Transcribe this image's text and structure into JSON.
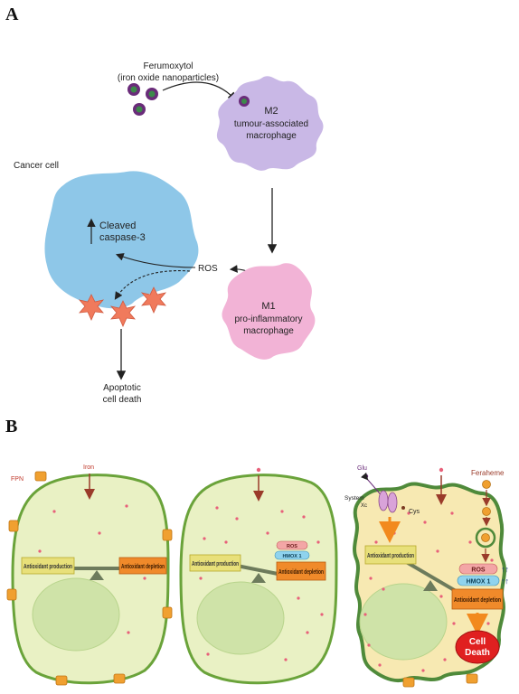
{
  "panel_a": {
    "label": "A",
    "ferumoxytol": "Ferumoxytol",
    "ferumoxytol_sub": "(iron oxide nanoparticles)",
    "m2_title": "M2",
    "m2_line1": "tumour-associated",
    "m2_line2": "macrophage",
    "cancer_cell": "Cancer cell",
    "cleaved": "Cleaved",
    "caspase": "caspase-3",
    "ros": "ROS",
    "m1_title": "M1",
    "m1_line1": "pro-inflammatory",
    "m1_line2": "macrophage",
    "apoptotic": "Apoptotic",
    "cell_death": "cell death"
  },
  "panel_b": {
    "label": "B",
    "fpn": "FPN",
    "iron": "Iron",
    "antioxidant_production": "Antioxidant production",
    "antioxidant_depletion": "Antioxidant depletion",
    "ros": "ROS",
    "hmox1": "HMOX 1",
    "glu": "Glu",
    "system_x": "System",
    "system_x_sub": "Xc",
    "cys": "Cys",
    "feraheme": "Feraheme",
    "cell": "Cell",
    "death": "Death",
    "up_arrows": "↑↑"
  },
  "colors": {
    "cancer_cell": "#8ec7e8",
    "m2": "#c9b8e6",
    "m1": "#f2b3d6",
    "cell_fill": "#e9f1c4",
    "cell_border": "#6aa33a",
    "damaged_fill": "#f7e9b2",
    "damaged_border": "#4f8a3a",
    "nucleus": "#cfe3a8",
    "production_box": "#e8e07a",
    "depletion_box": "#f08a2a",
    "ros_box": "#f3a6a6",
    "hmox_box": "#8fd3ee",
    "death_red": "#e02020",
    "iron_dot": "#e8607a"
  }
}
